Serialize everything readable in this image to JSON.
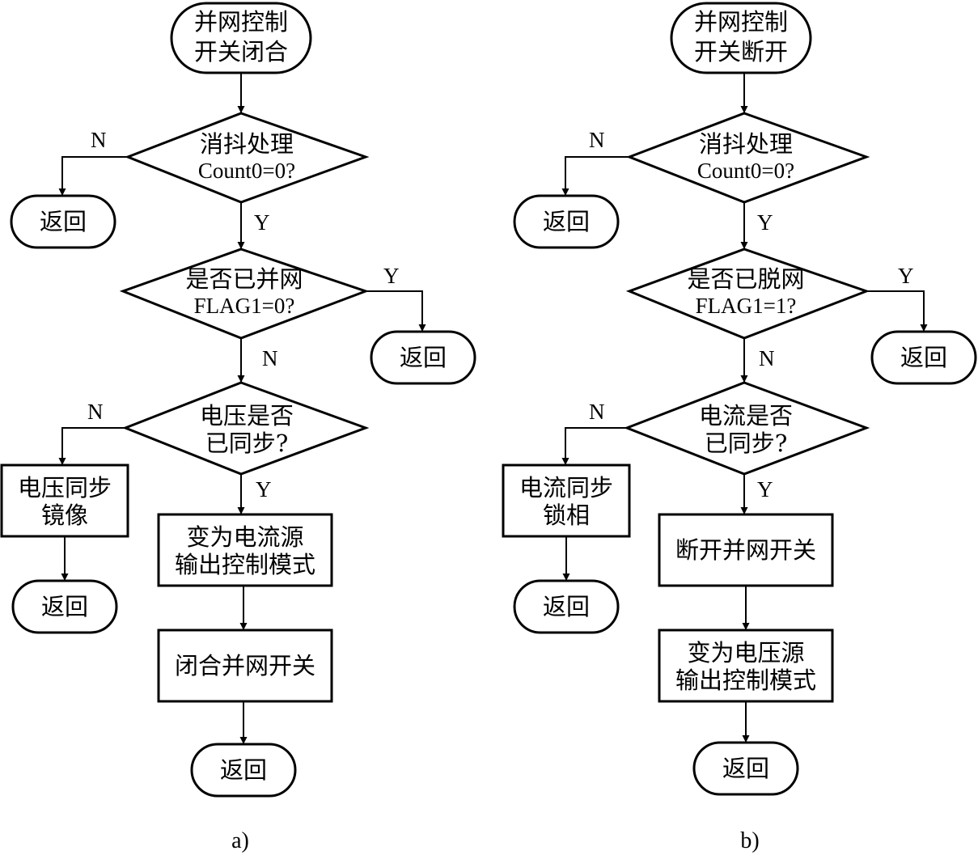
{
  "diagram_a": {
    "start": [
      "并网控制",
      "开关闭合"
    ],
    "debounce": [
      "消抖处理",
      "Count0=0?"
    ],
    "check_state": [
      "是否已并网",
      "FLAG1=0?"
    ],
    "check_sync": [
      "电压是否",
      "已同步?"
    ],
    "sync_action": [
      "电压同步",
      "镜像"
    ],
    "mode_change": [
      "变为电流源",
      "输出控制模式"
    ],
    "switch_action": "闭合并网开关",
    "return_label": "返回",
    "caption": "a)"
  },
  "diagram_b": {
    "start": [
      "并网控制",
      "开关断开"
    ],
    "debounce": [
      "消抖处理",
      "Count0=0?"
    ],
    "check_state": [
      "是否已脱网",
      "FLAG1=1?"
    ],
    "check_sync": [
      "电流是否",
      "已同步?"
    ],
    "sync_action": [
      "电流同步",
      "锁相"
    ],
    "switch_action": "断开并网开关",
    "mode_change": [
      "变为电压源",
      "输出控制模式"
    ],
    "return_label": "返回",
    "caption": "b)"
  },
  "branch_labels": {
    "yes": "Y",
    "no": "N"
  }
}
